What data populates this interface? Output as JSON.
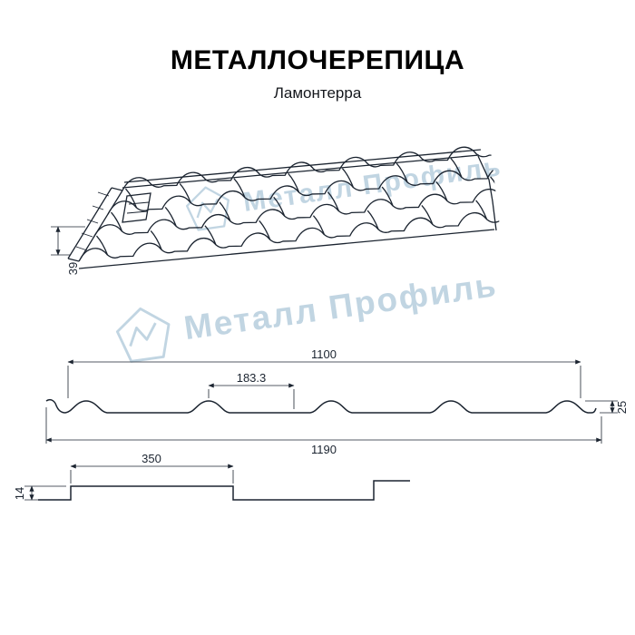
{
  "page": {
    "title": "МЕТАЛЛОЧЕРЕПИЦА",
    "subtitle": "Ламонтерра"
  },
  "watermark": {
    "text": "Металл Профиль"
  },
  "dimensions": {
    "perspective_height": "39",
    "cover_width": "1100",
    "wave_pitch": "183.3",
    "profile_height": "25",
    "overall_width": "1190",
    "module_length": "350",
    "step_height": "14"
  },
  "colors": {
    "line": "#1b2430",
    "watermark": "#b7cede"
  }
}
